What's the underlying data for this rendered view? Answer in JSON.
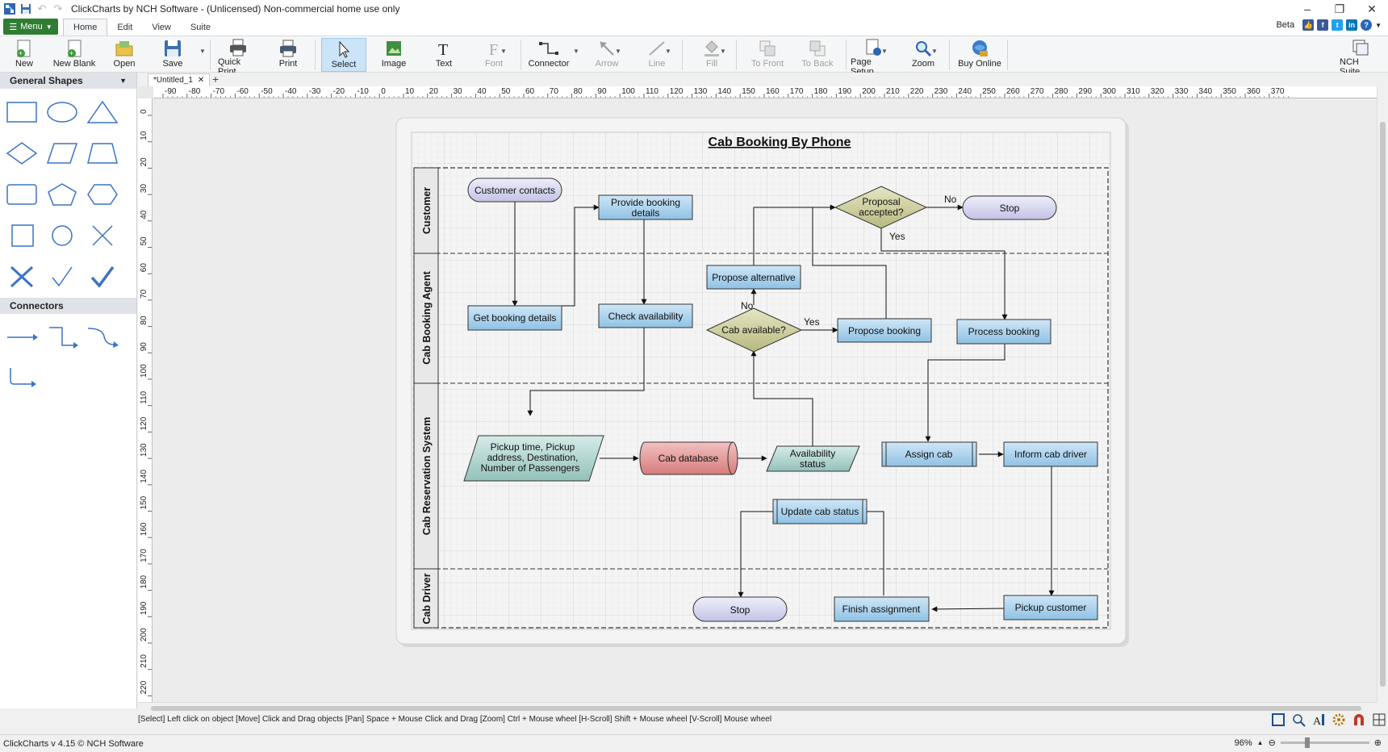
{
  "window": {
    "title": "ClickCharts by NCH Software - (Unlicensed) Non-commercial home use only",
    "controls": [
      "–",
      "❐",
      "✕"
    ]
  },
  "ribbon_tabs": {
    "menu_label": "Menu",
    "tabs": [
      "Home",
      "Edit",
      "View",
      "Suite"
    ],
    "active": "Home",
    "beta_label": "Beta"
  },
  "toolbar": {
    "new": "New",
    "new_blank": "New Blank",
    "open": "Open",
    "save": "Save",
    "quick_print": "Quick Print",
    "print": "Print",
    "select": "Select",
    "image": "Image",
    "text": "Text",
    "font": "Font",
    "connector": "Connector",
    "arrow": "Arrow",
    "line": "Line",
    "fill": "Fill",
    "to_front": "To Front",
    "to_back": "To Back",
    "page_setup": "Page Setup",
    "zoom": "Zoom",
    "buy_online": "Buy Online",
    "nch_suite": "NCH Suite"
  },
  "left_panel": {
    "shapes_header": "General Shapes",
    "connectors_header": "Connectors",
    "shapes": [
      "rectangle",
      "ellipse",
      "triangle",
      "diamond",
      "parallelogram",
      "trapezoid",
      "rounded-rectangle",
      "pentagon",
      "hexagon",
      "square",
      "circle",
      "cross",
      "x-mark",
      "check-mark",
      "bold-check-mark"
    ],
    "connectors": [
      "straight-connector",
      "elbow-connector",
      "curved-connector",
      "step-connector"
    ]
  },
  "document": {
    "tab_name": "*Untitled_1"
  },
  "rulers": {
    "horizontal": [
      "-90",
      "-80",
      "-70",
      "-60",
      "-50",
      "-40",
      "-30",
      "-20",
      "-10",
      "0",
      "10",
      "20",
      "30",
      "40",
      "50",
      "60",
      "70",
      "80",
      "90",
      "100",
      "110",
      "120",
      "130",
      "140",
      "150",
      "160",
      "170",
      "180",
      "190",
      "200",
      "210",
      "220",
      "230",
      "240",
      "250",
      "260",
      "270",
      "280",
      "290",
      "300",
      "310",
      "320",
      "330",
      "340",
      "350",
      "360",
      "370"
    ],
    "vertical": [
      "0",
      "10",
      "20",
      "30",
      "40",
      "50",
      "60",
      "70",
      "80",
      "90",
      "100",
      "110",
      "120",
      "130",
      "140",
      "150",
      "160",
      "170",
      "180",
      "190",
      "200",
      "210",
      "220"
    ]
  },
  "diagram": {
    "title": "Cab Booking By Phone",
    "lanes": [
      "Customer",
      "Cab Booking Agent",
      "Cab Reservation System",
      "Cab Driver"
    ],
    "nodes": {
      "customer_contacts": "Customer contacts",
      "provide_booking_1": "Provide booking",
      "provide_booking_2": "details",
      "proposal_1": "Proposal",
      "proposal_2": "accepted?",
      "stop_top": "Stop",
      "get_booking": "Get booking details",
      "check_availability": "Check availability",
      "propose_alternative": "Propose alternative",
      "cab_available": "Cab  available?",
      "propose_booking": "Propose booking",
      "process_booking": "Process booking",
      "pickup_1": "Pickup time,  Pickup",
      "pickup_2": "address, Destination,",
      "pickup_3": "Number of Passengers",
      "cab_database": "Cab database",
      "availability_1": "Availability",
      "availability_2": "status",
      "assign_cab": "Assign cab",
      "inform_driver": "Inform cab driver",
      "update_status": "Update cab status",
      "stop_bottom": "Stop",
      "finish_assignment": "Finish assignment",
      "pickup_customer": "Pickup customer"
    },
    "labels": {
      "no_proposal": "No",
      "yes_proposal": "Yes",
      "no_cab": "No",
      "yes_cab": "Yes"
    }
  },
  "status": {
    "hint": "[Select] Left click on object  [Move] Click and Drag objects  [Pan] Space + Mouse Click and Drag  [Zoom] Ctrl + Mouse wheel  [H-Scroll] Shift + Mouse wheel  [V-Scroll] Mouse wheel",
    "version": "ClickCharts v 4.15 © NCH Software",
    "zoom": "96%"
  },
  "colors": {
    "menu_green": "#2f7d32",
    "process_blue": "#a9d1ea",
    "decision_khaki": "#cfcfa0",
    "terminator_lavender": "#d8d8ef",
    "database_red": "#e39a9a",
    "data_teal": "#b4d6d2"
  }
}
